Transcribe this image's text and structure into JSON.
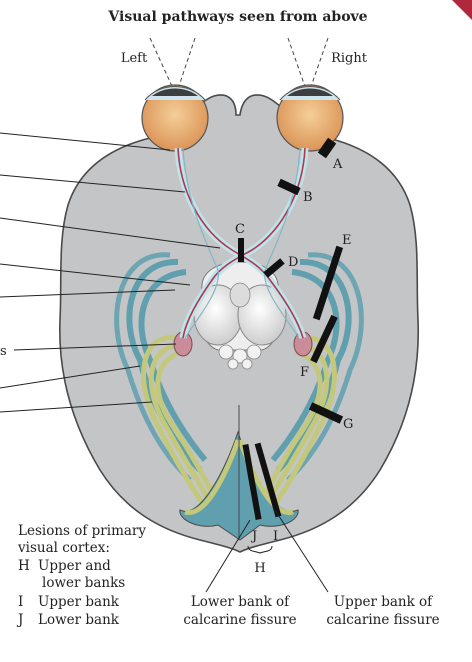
{
  "title": "Visual pathways seen from above",
  "side_labels": {
    "left": "Left",
    "right": "Right"
  },
  "lesion_labels": {
    "A": "A",
    "B": "B",
    "C": "C",
    "D": "D",
    "E": "E",
    "F": "F",
    "G": "G",
    "I": "I",
    "J": "J",
    "H": "H"
  },
  "left_label_fragment": "s",
  "legend": {
    "title_line1": "Lesions of primary",
    "title_line2": "visual cortex:",
    "items": [
      {
        "key": "H",
        "text": "Upper and"
      },
      {
        "key": "",
        "text": "lower banks"
      },
      {
        "key": "I",
        "text": "Upper bank"
      },
      {
        "key": "J",
        "text": "Lower bank"
      }
    ]
  },
  "bottom_labels": {
    "lower_bank_line1": "Lower bank of",
    "lower_bank_line2": "calcarine fissure",
    "upper_bank_line1": "Upper bank of",
    "upper_bank_line2": "calcarine fissure"
  },
  "colors": {
    "brain": "#c4c5c6",
    "brain_outline": "#4a4a4a",
    "nerve_outer": "#bfe3ec",
    "nerve_red": "#b0384b",
    "radiation_olive": "#c3c87a",
    "radiation_teal": "#5f9fae",
    "lgn": "#c98c98",
    "thalamus": "#e9e9e9",
    "eye_orange": "#e2a266",
    "lesion": "#111111",
    "corner_accent": "#b0283c"
  }
}
